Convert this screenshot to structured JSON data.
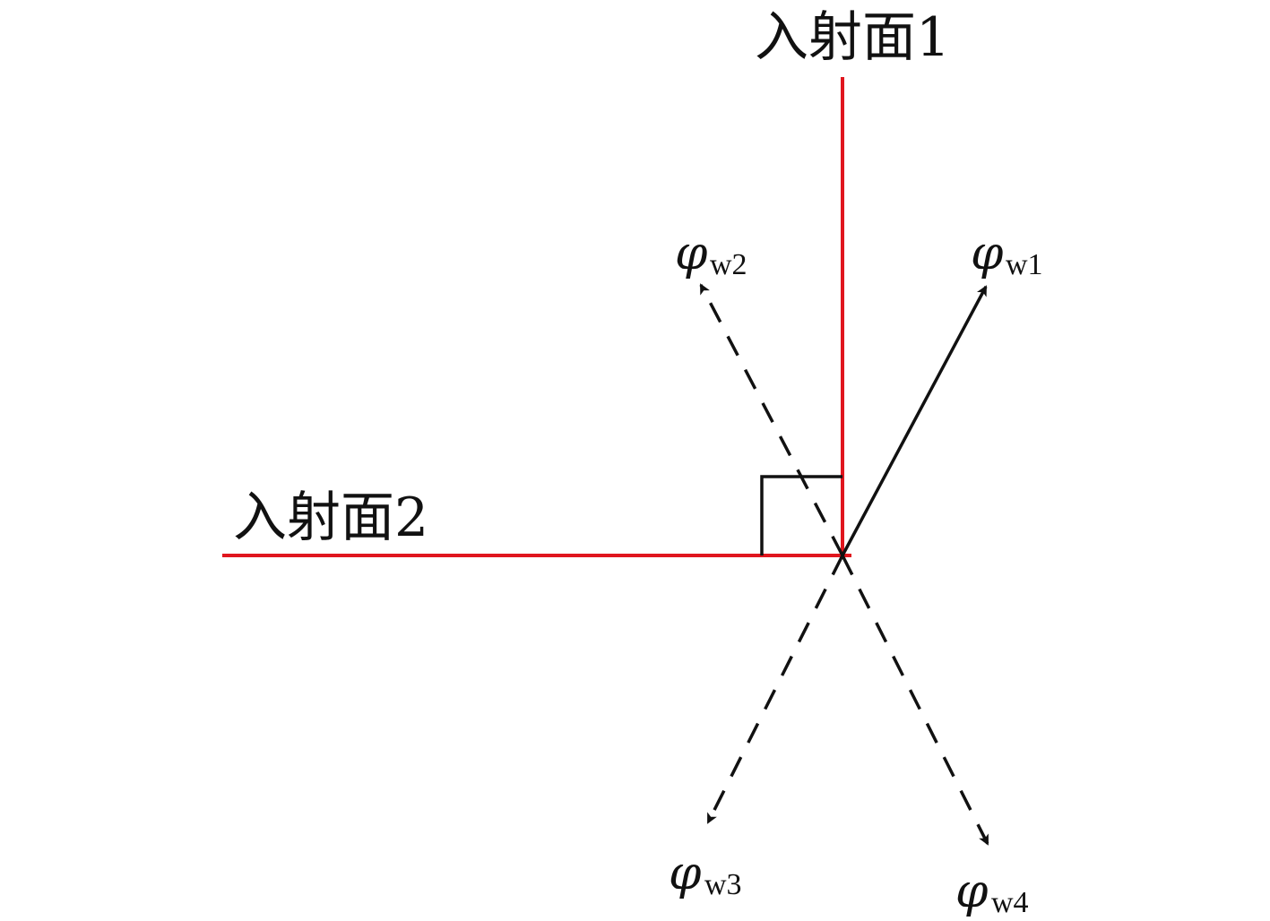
{
  "planes": {
    "plane1": {
      "label": "入射面1"
    },
    "plane2": {
      "label": "入射面2"
    },
    "color": "#e0161e"
  },
  "vectors": [
    {
      "id": "w1",
      "symbol": "φ",
      "subscript": "w1",
      "style": "solid"
    },
    {
      "id": "w2",
      "symbol": "φ",
      "subscript": "w2",
      "style": "dashed"
    },
    {
      "id": "w3",
      "symbol": "φ",
      "subscript": "w3",
      "style": "dashed"
    },
    {
      "id": "w4",
      "symbol": "φ",
      "subscript": "w4",
      "style": "dashed"
    }
  ],
  "line_color": "#111111"
}
